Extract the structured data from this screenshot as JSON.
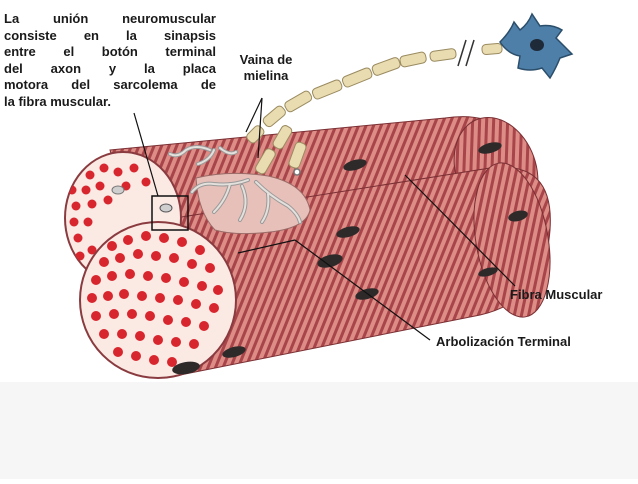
{
  "labels": {
    "intro_lines": [
      "La unión neuromuscular",
      "consiste en la sinapsis",
      "entre el botón terminal",
      "del axon y la placa",
      "motora del sarcolema de",
      "la fibra muscular."
    ],
    "myelin_line1": "Vaina de",
    "myelin_line2": "mielina",
    "muscle_fiber": "Fibra Muscular",
    "terminal_arborization": "Arbolización Terminal"
  },
  "colors": {
    "muscle_stripe_dark": "#a8454a",
    "muscle_stripe_light": "#dd8c86",
    "myofibril_red": "#d8262e",
    "cross_section_bg": "#fbe9e4",
    "myelin": "#e9dcb0",
    "neuron_body": "#4e7fa8",
    "nucleus": "#2b2b2b",
    "terminal_gray": "#d8d4d0"
  }
}
